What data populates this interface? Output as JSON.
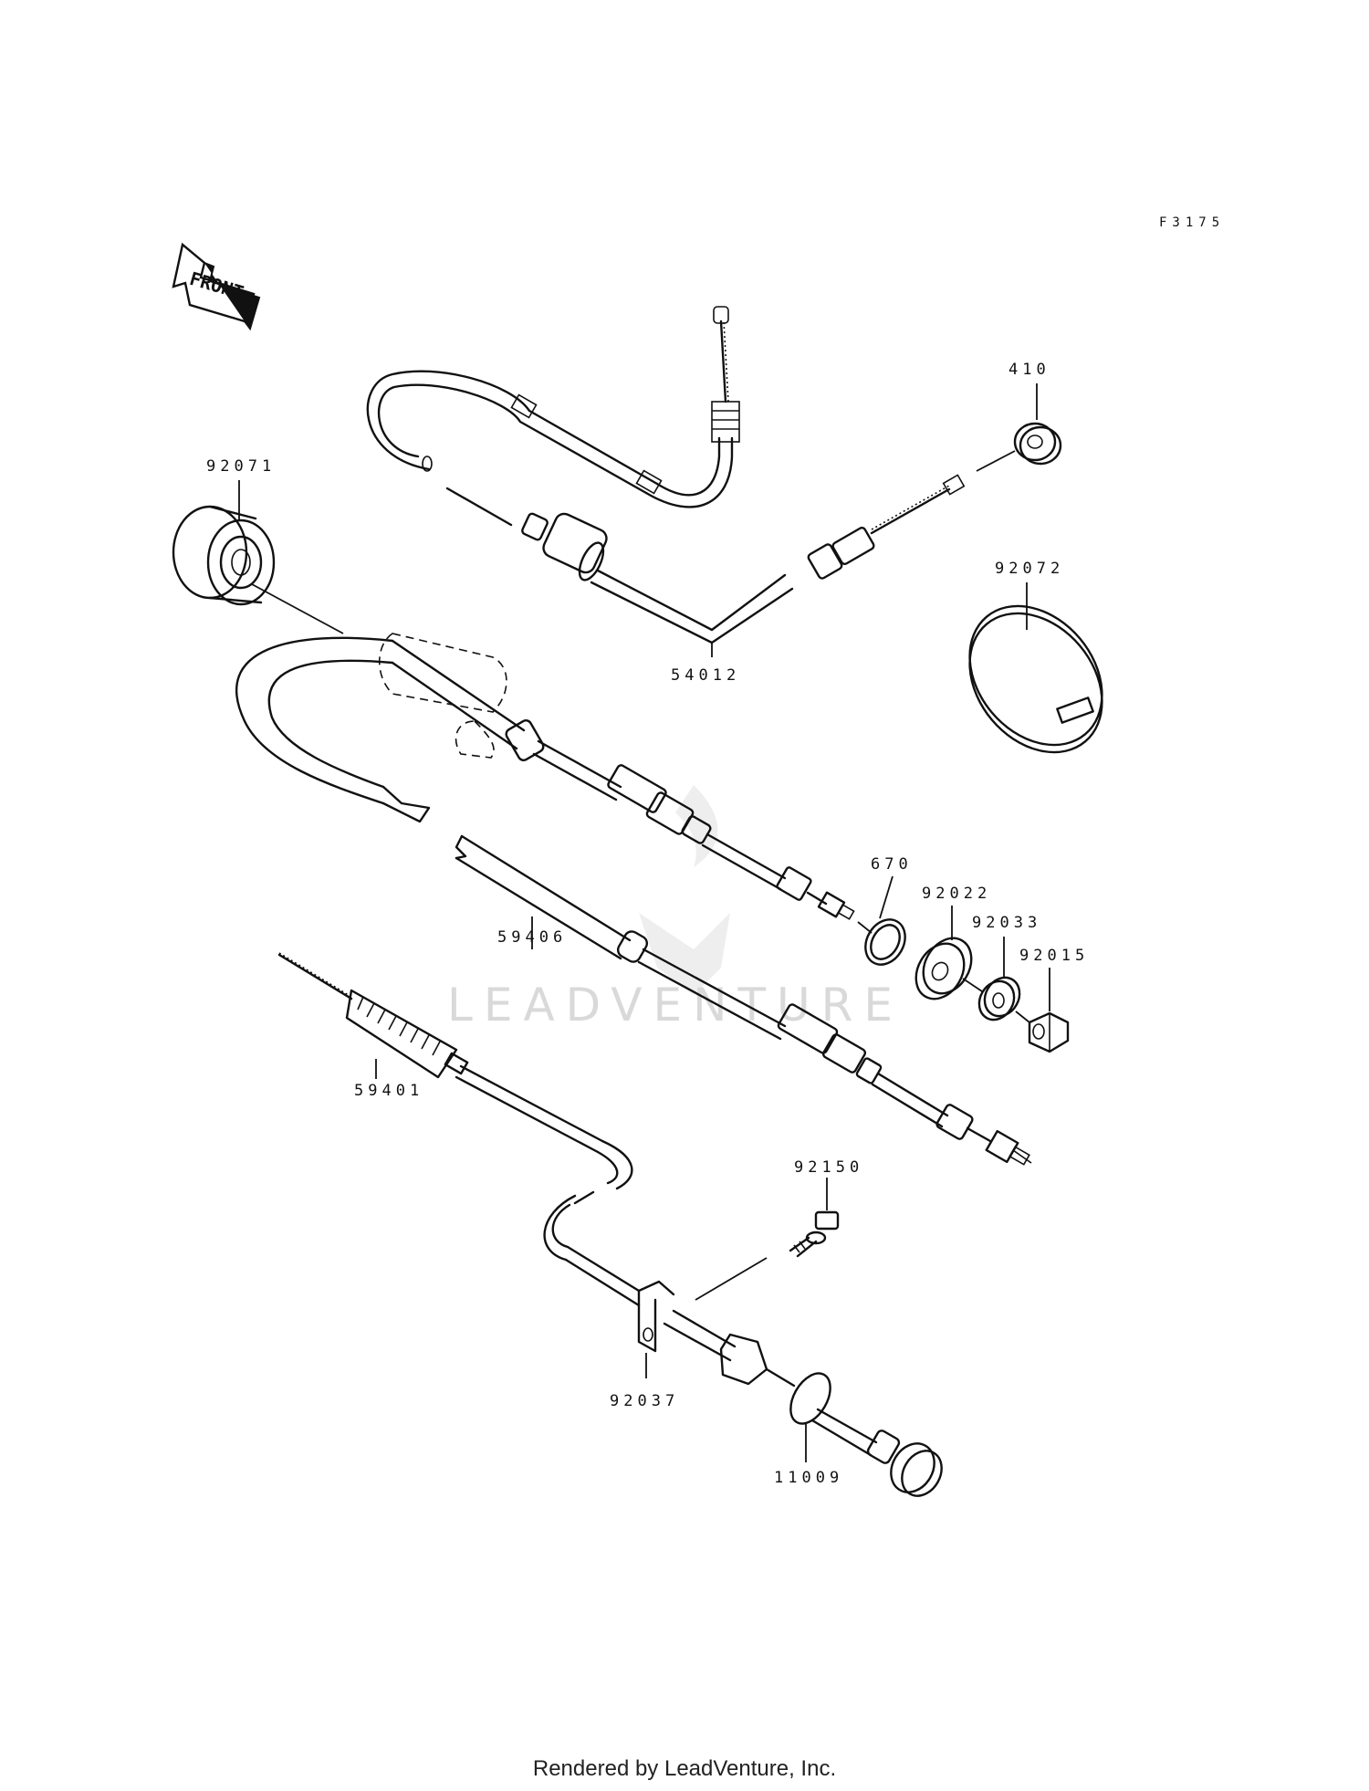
{
  "diagram_code": "F3175",
  "front_label": "FRONT",
  "watermark": "LEADVENTURE",
  "footer": "Rendered by LeadVenture, Inc.",
  "parts": {
    "p410": "410",
    "p92071": "92071",
    "p92072": "92072",
    "p54012": "54012",
    "p670": "670",
    "p92022": "92022",
    "p92033": "92033",
    "p92015": "92015",
    "p59406": "59406",
    "p59401": "59401",
    "p92150": "92150",
    "p92037": "92037",
    "p11009": "11009"
  }
}
